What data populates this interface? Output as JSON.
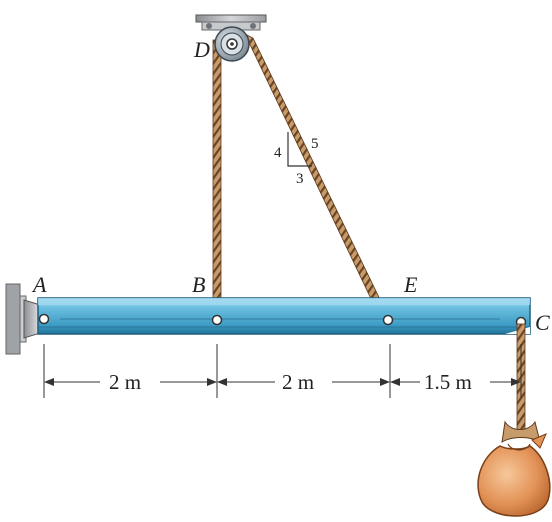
{
  "points": {
    "A": "A",
    "B": "B",
    "C": "C",
    "D": "D",
    "E": "E"
  },
  "dimensions": [
    {
      "from": "A",
      "to": "B",
      "label": "2 m"
    },
    {
      "from": "B",
      "to": "E",
      "label": "2 m"
    },
    {
      "from": "E",
      "to": "C",
      "label": "1.5 m"
    }
  ],
  "slope_triangle": {
    "vertical": "4",
    "horizontal": "3",
    "hypotenuse": "5"
  },
  "colors": {
    "beam": "#4aa3c8",
    "beam_top": "#bfe3f2",
    "beam_edge": "#1f5f7f",
    "rope": "#a67c52",
    "rope_dark": "#5c3a1e",
    "support": "#b9bcc0",
    "bag": "#e0965a",
    "pulley": "#9aa7b0"
  }
}
